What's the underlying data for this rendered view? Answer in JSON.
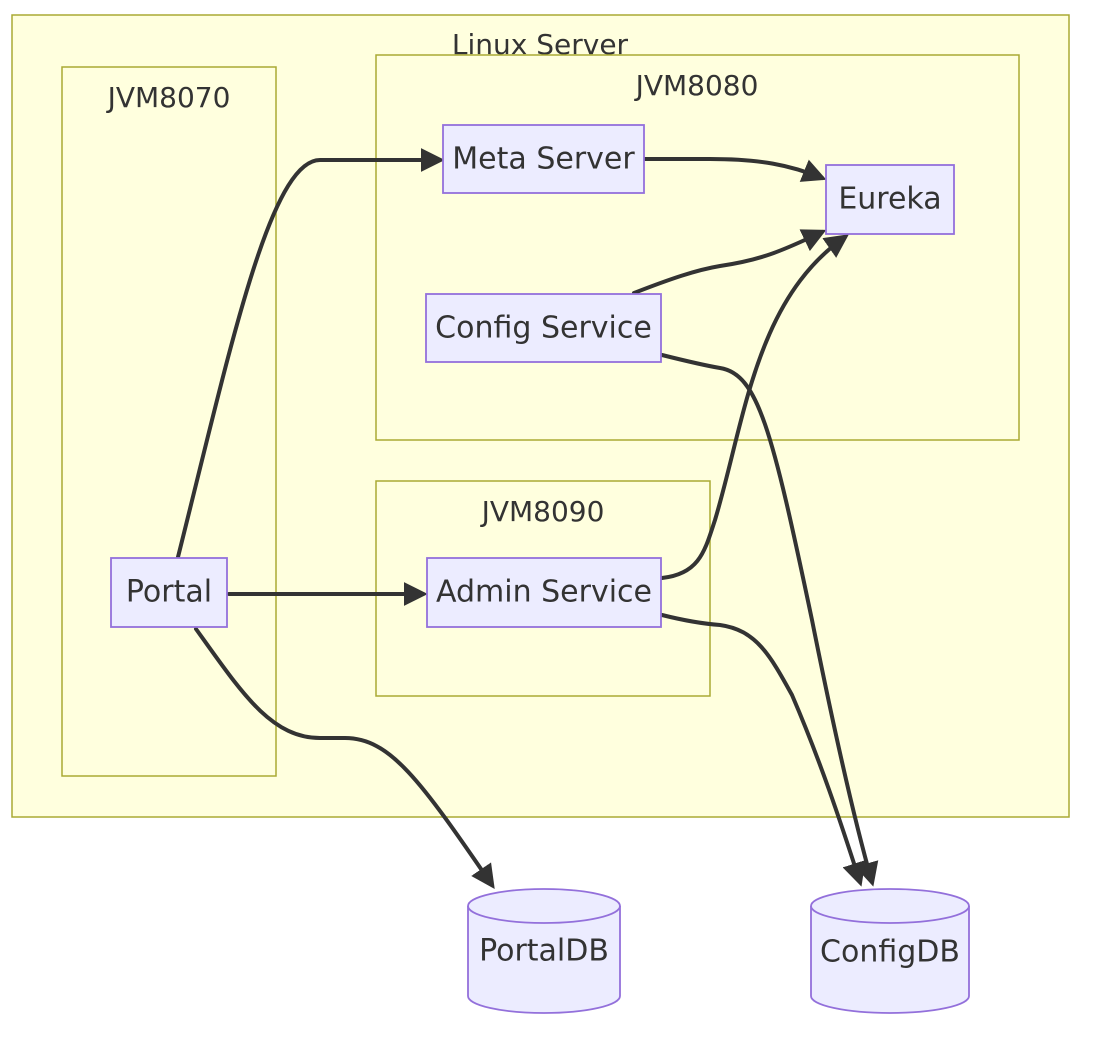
{
  "diagram": {
    "type": "flowchart",
    "colors": {
      "cluster_fill": "#ffffde",
      "cluster_stroke": "#aaaa33",
      "node_fill": "#ececff",
      "node_stroke": "#9370db",
      "edge": "#333333",
      "text": "#333333"
    },
    "clusters": {
      "linux": {
        "label": "Linux Server"
      },
      "jvm8070": {
        "label": "JVM8070"
      },
      "jvm8080": {
        "label": "JVM8080"
      },
      "jvm8090": {
        "label": "JVM8090"
      }
    },
    "nodes": {
      "meta": {
        "label": "Meta Server"
      },
      "eureka": {
        "label": "Eureka"
      },
      "config": {
        "label": "Config Service"
      },
      "portal": {
        "label": "Portal"
      },
      "admin": {
        "label": "Admin Service"
      },
      "portaldb": {
        "label": "PortalDB"
      },
      "configdb": {
        "label": "ConfigDB"
      }
    },
    "edges": [
      {
        "from": "meta",
        "to": "eureka"
      },
      {
        "from": "config",
        "to": "eureka"
      },
      {
        "from": "config",
        "to": "configdb"
      },
      {
        "from": "portal",
        "to": "meta"
      },
      {
        "from": "portal",
        "to": "admin"
      },
      {
        "from": "portal",
        "to": "portaldb"
      },
      {
        "from": "admin",
        "to": "eureka"
      },
      {
        "from": "admin",
        "to": "configdb"
      }
    ]
  }
}
